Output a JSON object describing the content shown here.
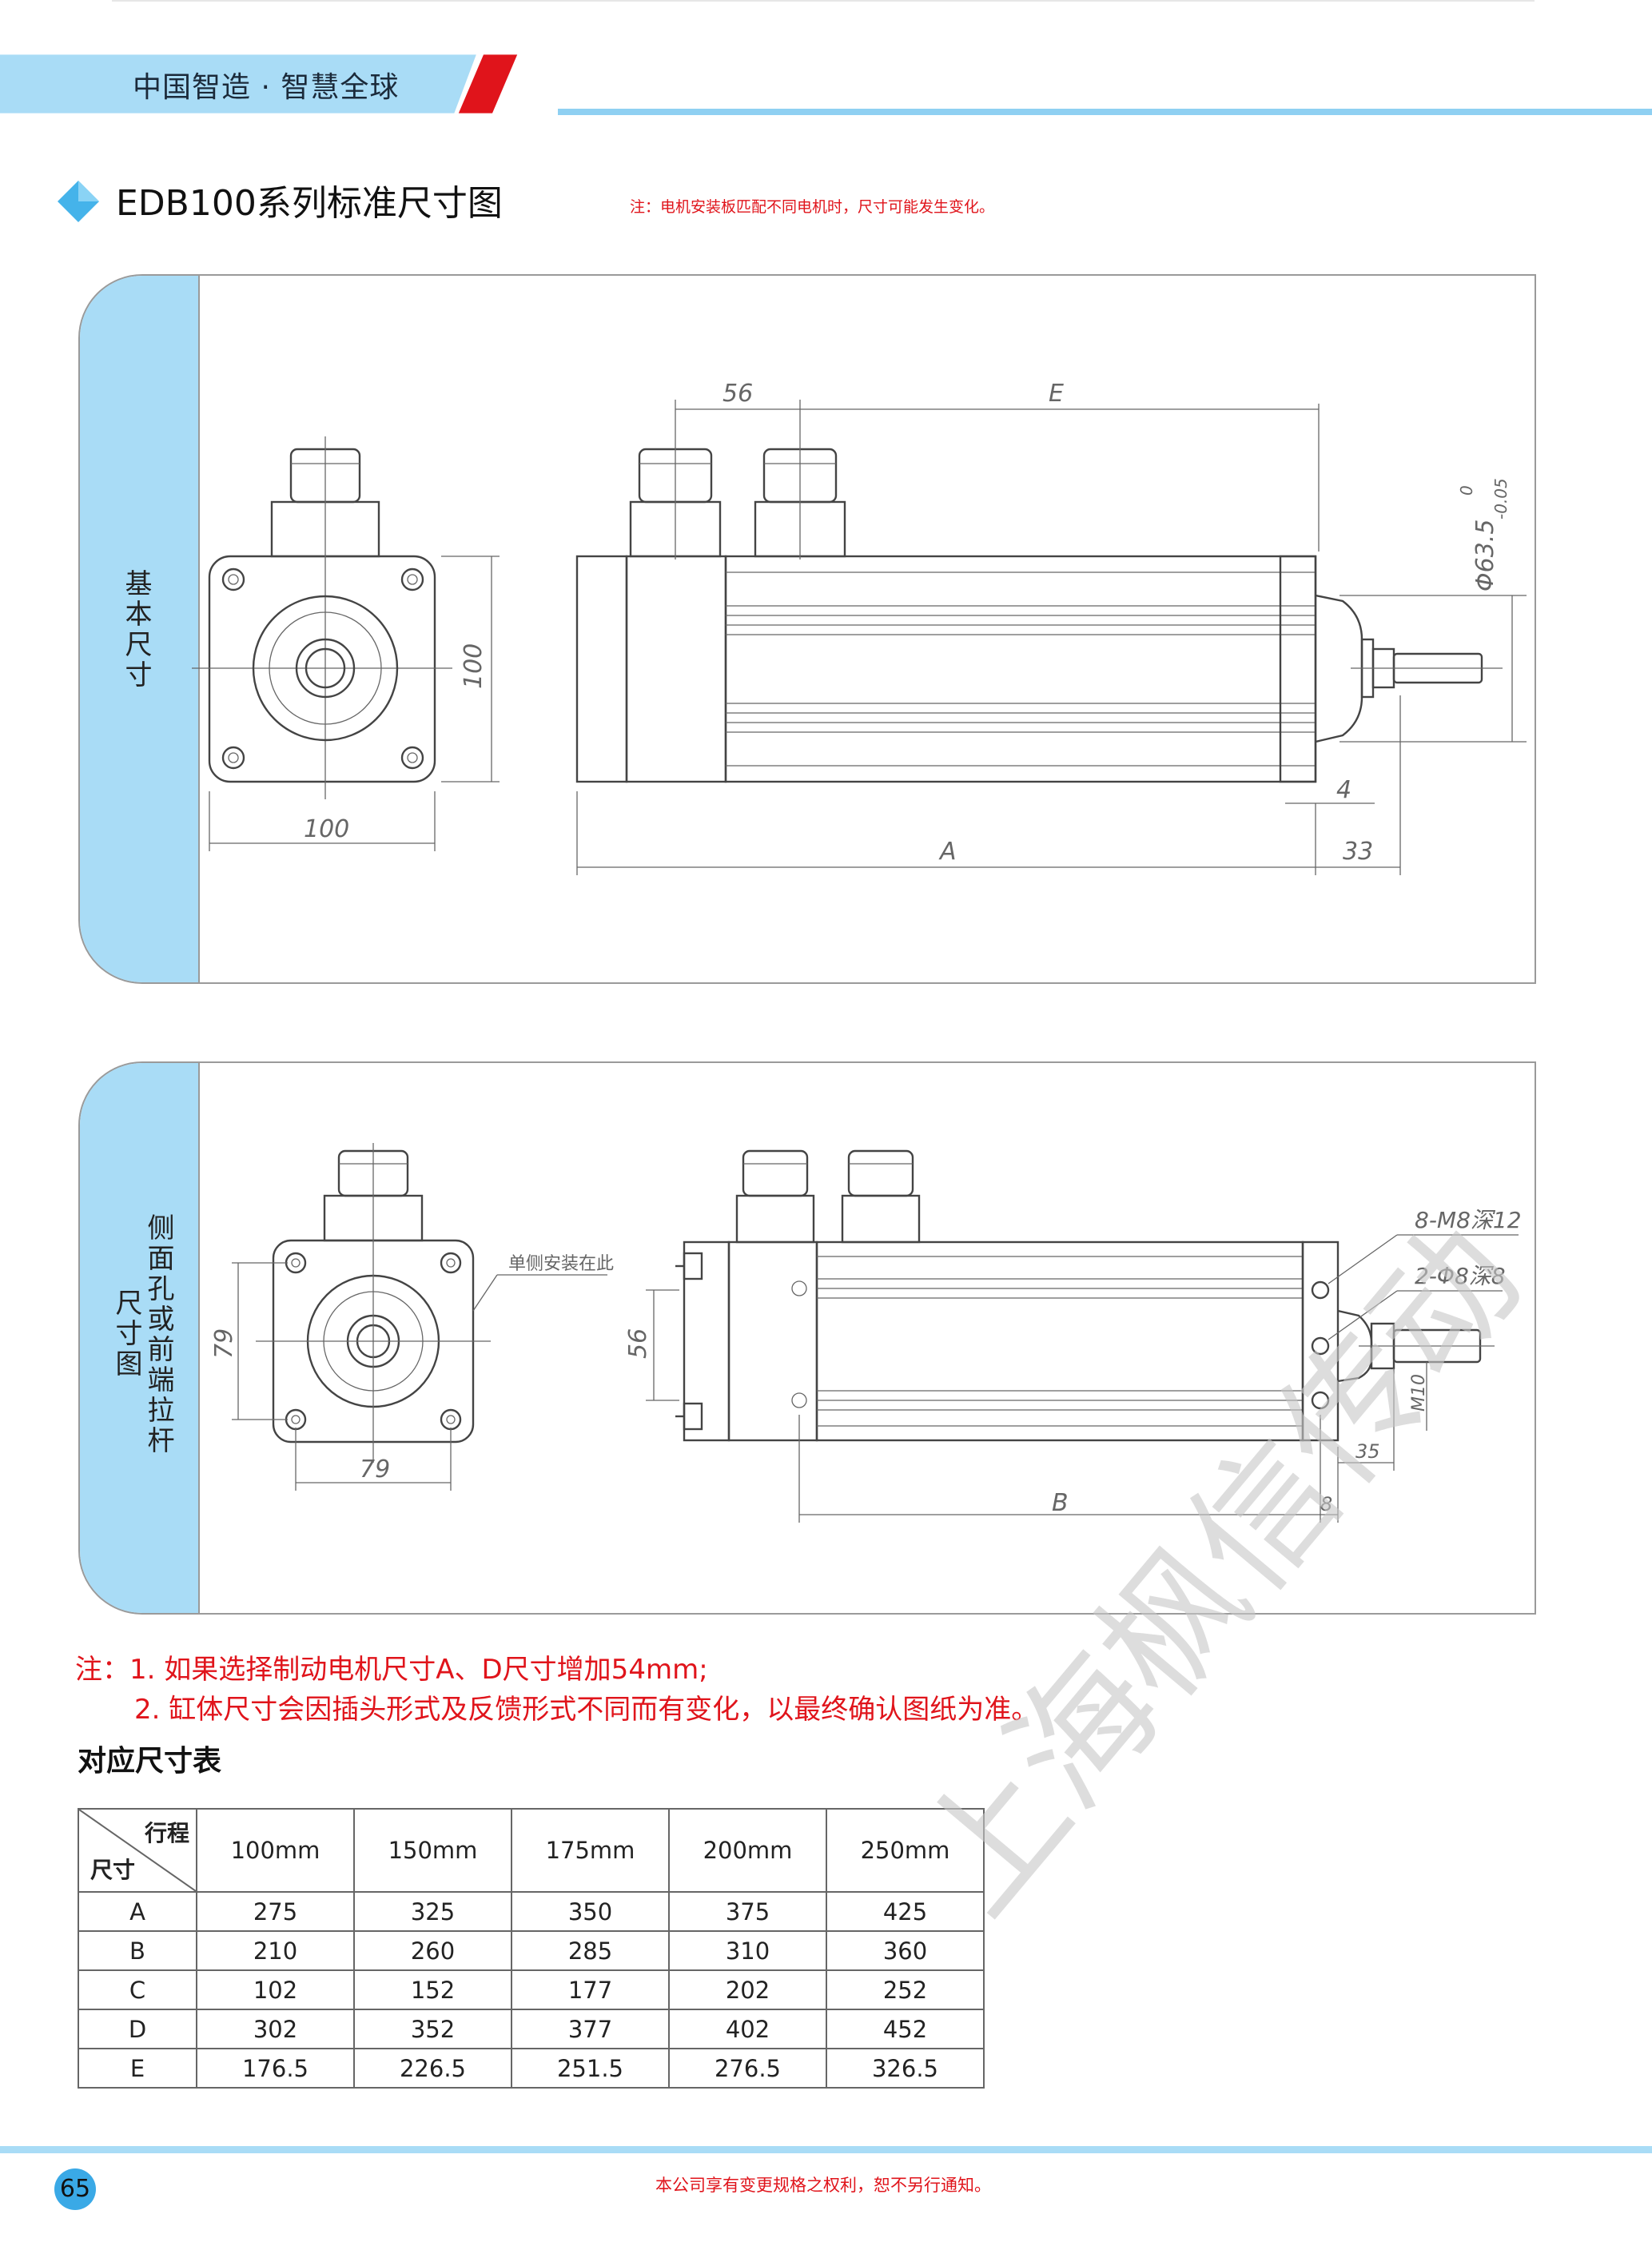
{
  "header": {
    "banner": "中国智造 · 智慧全球",
    "title": "EDB100系列标准尺寸图",
    "note": "注：电机安装板匹配不同电机时，尺寸可能发生变化。"
  },
  "panels": {
    "basic": {
      "label": "基本尺寸"
    },
    "side": {
      "label_right": "侧面孔或前端拉杆",
      "label_left": "尺寸图"
    }
  },
  "drawing1": {
    "d100a": "100",
    "d100b": "100",
    "d56": "56",
    "dE": "E",
    "dphi": "Φ63.5",
    "dtol_up": "0",
    "dtol_dn": "-0.05",
    "d4": "4",
    "dA": "A",
    "d33": "33"
  },
  "drawing2": {
    "d79a": "79",
    "d79b": "79",
    "d56": "56",
    "dB": "B",
    "d8": "8",
    "d35": "35",
    "dM10": "M10",
    "callout_mount": "单侧安装在此",
    "callout_m8": "8-M8深12",
    "callout_phi8": "2-Φ8深8"
  },
  "notes": {
    "n1": "注：1. 如果选择制动电机尺寸A、D尺寸增加54mm;",
    "n2": "2. 缸体尺寸会因插头形式及反馈形式不同而有变化，以最终确认图纸为准。"
  },
  "table": {
    "title": "对应尺寸表",
    "corner_top": "行程",
    "corner_bottom": "尺寸",
    "columns": [
      "100mm",
      "150mm",
      "175mm",
      "200mm",
      "250mm"
    ],
    "rows": [
      {
        "label": "A",
        "values": [
          "275",
          "325",
          "350",
          "375",
          "425"
        ]
      },
      {
        "label": "B",
        "values": [
          "210",
          "260",
          "285",
          "310",
          "360"
        ]
      },
      {
        "label": "C",
        "values": [
          "102",
          "152",
          "177",
          "202",
          "252"
        ]
      },
      {
        "label": "D",
        "values": [
          "302",
          "352",
          "377",
          "402",
          "452"
        ]
      },
      {
        "label": "E",
        "values": [
          "176.5",
          "226.5",
          "251.5",
          "276.5",
          "326.5"
        ]
      }
    ]
  },
  "footer": {
    "page": "65",
    "text": "本公司享有变更规格之权利，恕不另行通知。"
  },
  "watermark": "上海枫信传动",
  "colors": {
    "accent_blue": "#a9dcf6",
    "banner_blue": "#8fd0f2",
    "red": "#e0141b",
    "page_circle": "#3aa9e6"
  }
}
